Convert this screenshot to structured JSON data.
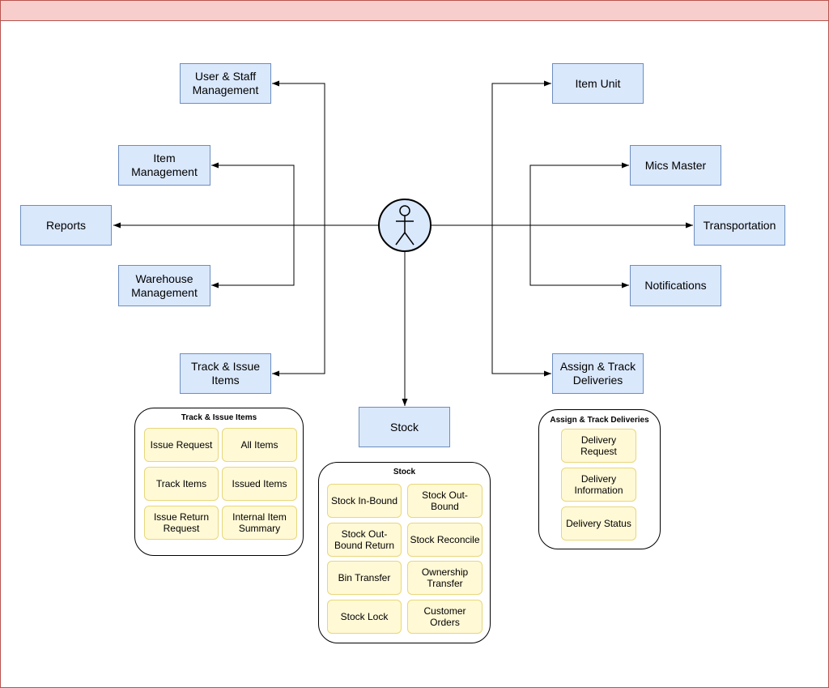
{
  "colors": {
    "frame_border": "#b85450",
    "frame_header": "#f8cecc",
    "node_fill": "#dae8fc",
    "node_border": "#6c8ebf",
    "item_fill": "#fff9d6",
    "item_border": "#e8d77a"
  },
  "actor": {
    "icon": "stick-figure-icon"
  },
  "nodes": {
    "user_staff": "User & Staff Management",
    "item_management": "Item Management",
    "reports": "Reports",
    "warehouse": "Warehouse Management",
    "track_issue": "Track & Issue Items",
    "stock": "Stock",
    "item_unit": "Item Unit",
    "mics_master": "Mics Master",
    "transportation": "Transportation",
    "notifications": "Notifications",
    "assign_track": "Assign & Track Deliveries"
  },
  "groups": {
    "track_issue": {
      "title": "Track & Issue Items",
      "items": [
        "Issue Request",
        "All Items",
        "Track Items",
        "Issued Items",
        "Issue Return Request",
        "Internal Item Summary"
      ]
    },
    "stock": {
      "title": "Stock",
      "items": [
        "Stock In-Bound",
        "Stock Out-Bound",
        "Stock Out-Bound Return",
        "Stock Reconcile",
        "Bin Transfer",
        "Ownership Transfer",
        "Stock Lock",
        "Customer Orders"
      ]
    },
    "deliveries": {
      "title": "Assign & Track Deliveries",
      "items": [
        "Delivery Request",
        "Delivery Information",
        "Delivery Status"
      ]
    }
  }
}
